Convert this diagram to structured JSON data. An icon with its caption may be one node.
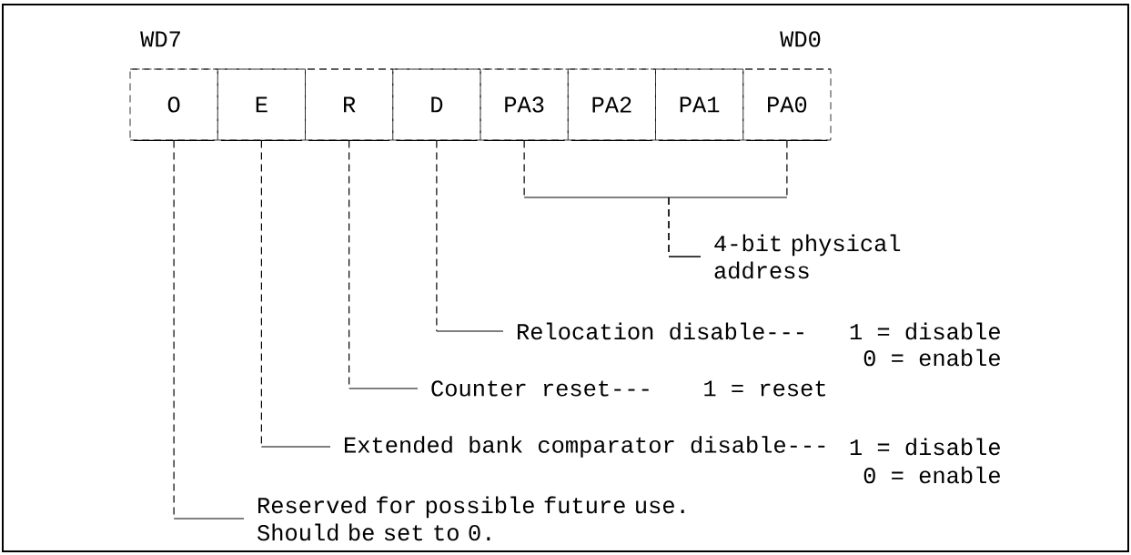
{
  "diagram": {
    "nodes": [
      {
        "text": [
          "O"
        ]
      },
      {
        "text": [
          "E"
        ]
      },
      {
        "text": [
          "R"
        ]
      },
      {
        "text": [
          "D"
        ]
      },
      {
        "text": [
          "PA3"
        ]
      },
      {
        "text": [
          "PA2"
        ]
      },
      {
        "text": [
          "PA1"
        ]
      },
      {
        "text": [
          "PA0"
        ]
      },
      {
        "text": [
          "4-bit physical address"
        ]
      },
      {
        "text": [
          "Relocation disable---"
        ],
        "beside": [
          "1 = disable",
          "0 = enable"
        ]
      },
      {
        "text": [
          "Counter reset---"
        ],
        "beside": [
          "1 = reset"
        ]
      },
      {
        "text": [
          "Extended bank comparator disable---"
        ],
        "beside": [
          "1 = disable",
          "0 = enable"
        ]
      },
      {
        "text": [
          "Reserved for possible future use. Should be set to 0."
        ]
      }
    ],
    "edges": [
      {
        "from": 4,
        "to": 8,
        "arrow": "none"
      },
      {
        "from": 7,
        "to": 8,
        "arrow": "none"
      },
      {
        "from": 3,
        "to": 9,
        "arrow": "none"
      },
      {
        "from": 2,
        "to": 10,
        "arrow": "none"
      },
      {
        "from": 1,
        "to": 11,
        "arrow": "none"
      },
      {
        "from": 0,
        "to": 12,
        "arrow": "none"
      }
    ],
    "labels": [
      "WD7",
      "WD0"
    ]
  }
}
